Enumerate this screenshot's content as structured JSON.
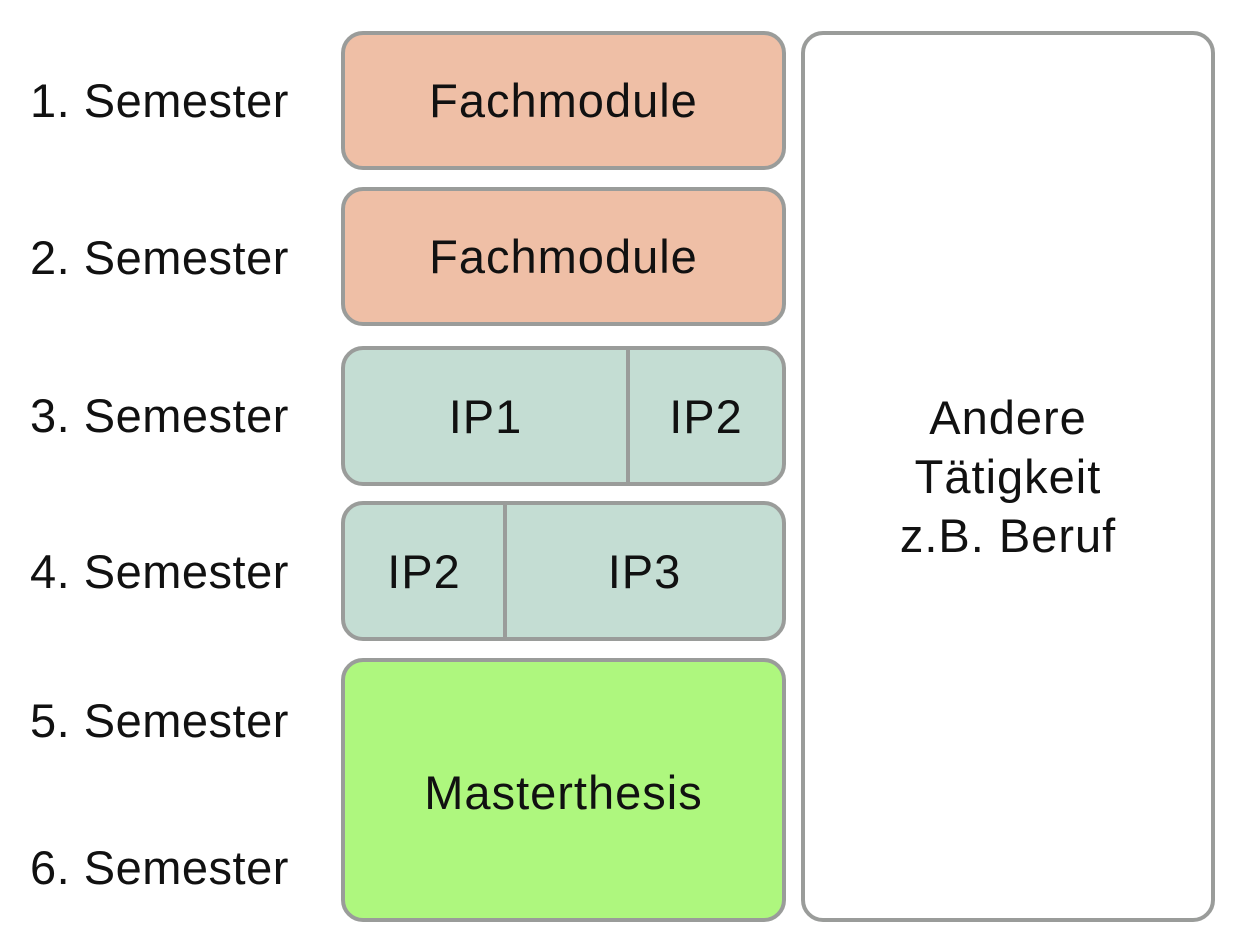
{
  "semesters": [
    "1. Semester",
    "2. Semester",
    "3. Semester",
    "4. Semester",
    "5. Semester",
    "6. Semester"
  ],
  "blocks": {
    "sem1": "Fachmodule",
    "sem2": "Fachmodule",
    "sem3": [
      "IP1",
      "IP2"
    ],
    "sem4": [
      "IP2",
      "IP3"
    ],
    "sem56": "Masterthesis"
  },
  "other_activity": [
    "Andere",
    "Tätigkeit",
    "z.B. Beruf"
  ],
  "colors": {
    "fachmodule": "#efbfa6",
    "projects": "#c4ddd3",
    "thesis": "#aef77e",
    "border": "#9a9c9a"
  }
}
